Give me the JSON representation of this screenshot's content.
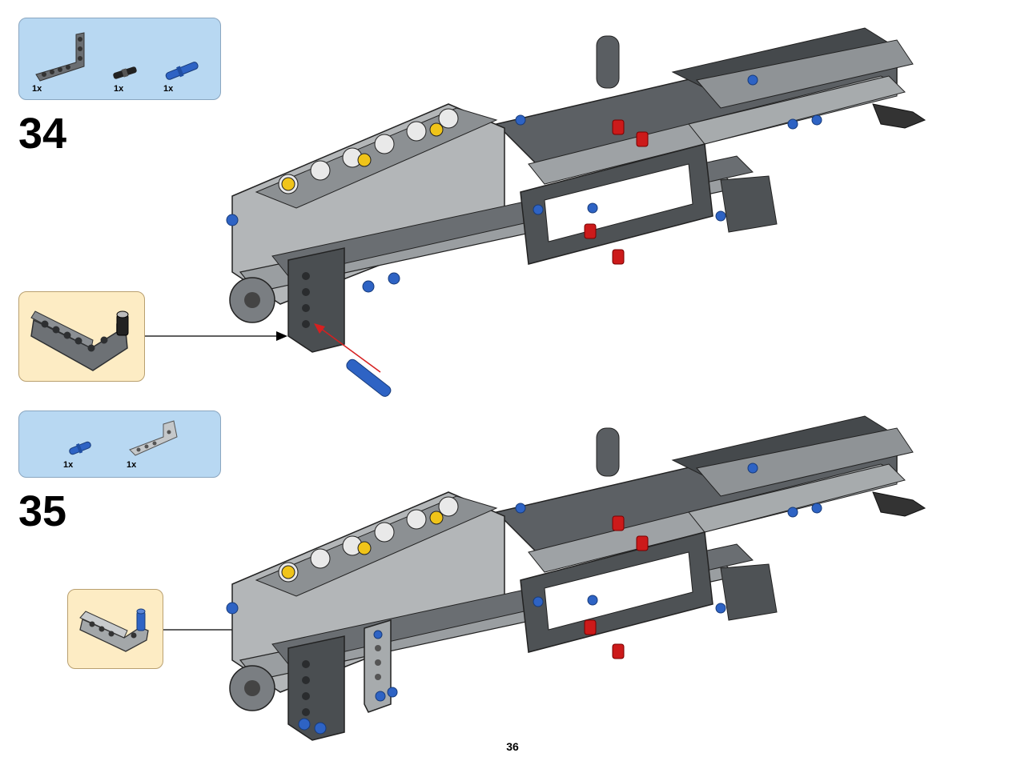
{
  "steps": [
    {
      "number": "34",
      "parts": [
        {
          "qty": "1x",
          "icon": "l-beam-3x5-dark-grey-icon"
        },
        {
          "qty": "1x",
          "icon": "black-axle-pin-icon"
        },
        {
          "qty": "1x",
          "icon": "blue-long-pin-icon"
        }
      ],
      "callout_icon": "l-beam-with-pin-icon"
    },
    {
      "number": "35",
      "parts": [
        {
          "qty": "1x",
          "icon": "blue-pin-icon"
        },
        {
          "qty": "1x",
          "icon": "light-grey-l-beam-icon"
        }
      ],
      "callout_icon": "light-grey-beam-with-blue-pin-icon"
    }
  ],
  "page_number": "36",
  "colors": {
    "parts_box_bg": "#b8d8f2",
    "callout_bg": "#fdecc4",
    "dark_grey": "#555a5e",
    "light_grey": "#a7abad",
    "blue": "#2e63c4",
    "red": "#cc1a1a",
    "yellow": "#f0c419",
    "insert_arrow": "#d62020"
  }
}
